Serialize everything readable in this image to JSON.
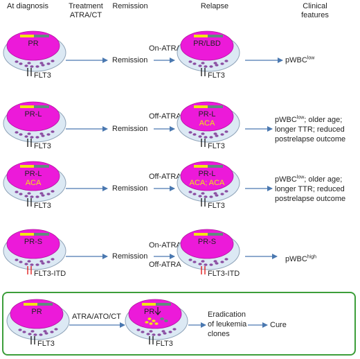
{
  "headers": {
    "at_diagnosis": "At diagnosis",
    "treatment_l1": "Treatment",
    "treatment_l2": "ATRA/CT",
    "remission": "Remission",
    "relapse": "Relapse",
    "clinical_l1": "Clinical",
    "clinical_l2": "features"
  },
  "colors": {
    "nucleus": "#ec1ad9",
    "cytoplasm": "#dce9f4",
    "outline": "#8fa3b8",
    "granule": "#8b4fa3",
    "bar_yellow": "#f2e512",
    "bar_green": "#5e8c7e",
    "aca_text": "#f2e512",
    "flt3": "#222222",
    "flt3_itd": "#e02020",
    "arrow": "#4a78b0",
    "box": "#3c9e3a"
  },
  "rows": [
    {
      "diagnosis": {
        "nucleus": "PR",
        "receptor": "FLT3"
      },
      "middle_label": "Remission",
      "relapse_labels": [
        "On-ATRA"
      ],
      "relapse": {
        "nucleus": "PR/LBD",
        "receptor": "FLT3"
      },
      "features": {
        "pwbc": "pWBC",
        "sup": "low",
        "rest": ""
      }
    },
    {
      "diagnosis": {
        "nucleus": "PR-L",
        "receptor": "FLT3"
      },
      "middle_label": "Remission",
      "relapse_labels": [
        "Off-ATRA"
      ],
      "relapse": {
        "nucleus": "PR-L",
        "aca": "ACA",
        "receptor": "FLT3"
      },
      "features": {
        "pwbc": "pWBC",
        "sup": "low",
        "rest": ";  older age;",
        "line2": "longer TTR;  reduced",
        "line3": "postrelapse outcome"
      }
    },
    {
      "diagnosis": {
        "nucleus": "PR-L",
        "aca": "ACA",
        "receptor": "FLT3"
      },
      "middle_label": "Remission",
      "relapse_labels": [
        "Off-ATRA"
      ],
      "relapse": {
        "nucleus": "PR-L",
        "aca": "ACA; ACA",
        "receptor": "FLT3"
      },
      "features": {
        "pwbc": "pWBC",
        "sup": "low",
        "rest": ";  older age;",
        "line2": "longer TTR;  reduced",
        "line3": "postrelapse outcome"
      }
    },
    {
      "diagnosis": {
        "nucleus": "PR-S",
        "receptor": "FLT3-ITD"
      },
      "middle_label": "Remission",
      "relapse_labels": [
        "On-ATRA",
        "Off-ATRA"
      ],
      "relapse": {
        "nucleus": "PR-S",
        "receptor": "FLT3-ITD"
      },
      "features": {
        "pwbc": "pWBC",
        "sup": "high",
        "rest": ""
      }
    }
  ],
  "bottom": {
    "diagnosis": {
      "nucleus": "PR",
      "receptor": "FLT3"
    },
    "treatment": "ATRA/ATO/CT",
    "treated": {
      "nucleus": "PR",
      "receptor": "FLT3"
    },
    "eradication_l1": "Eradication",
    "eradication_l2": "of leukemia",
    "eradication_l3": "clones",
    "cure": "Cure"
  }
}
